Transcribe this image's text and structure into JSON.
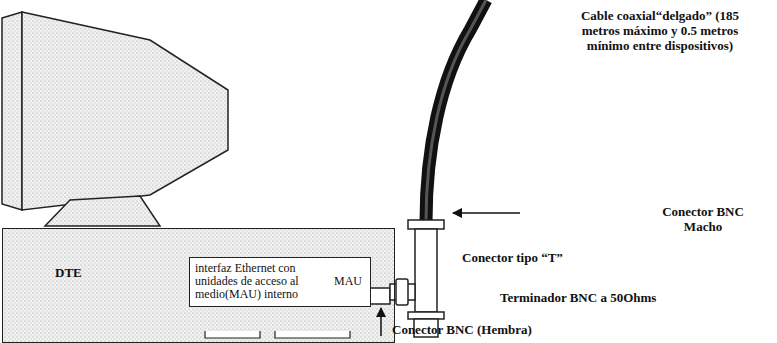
{
  "diagram": {
    "nodes": [
      {
        "text": [
          "DTE"
        ]
      },
      {
        "text": [
          "interfaz Ethernet con unidades de acceso al medio(MAU) interno",
          "MAU"
        ],
        "in": 0
      }
    ],
    "labels": [
      "Cable coaxial“delgado” (185 metros máximo y 0.5 metros mínimo entre dispositivos)",
      "Conector BNC Macho",
      "Conector tipo “T”",
      "Terminador BNC a 50Ohms",
      "Conector BNC (Hembra)"
    ]
  }
}
